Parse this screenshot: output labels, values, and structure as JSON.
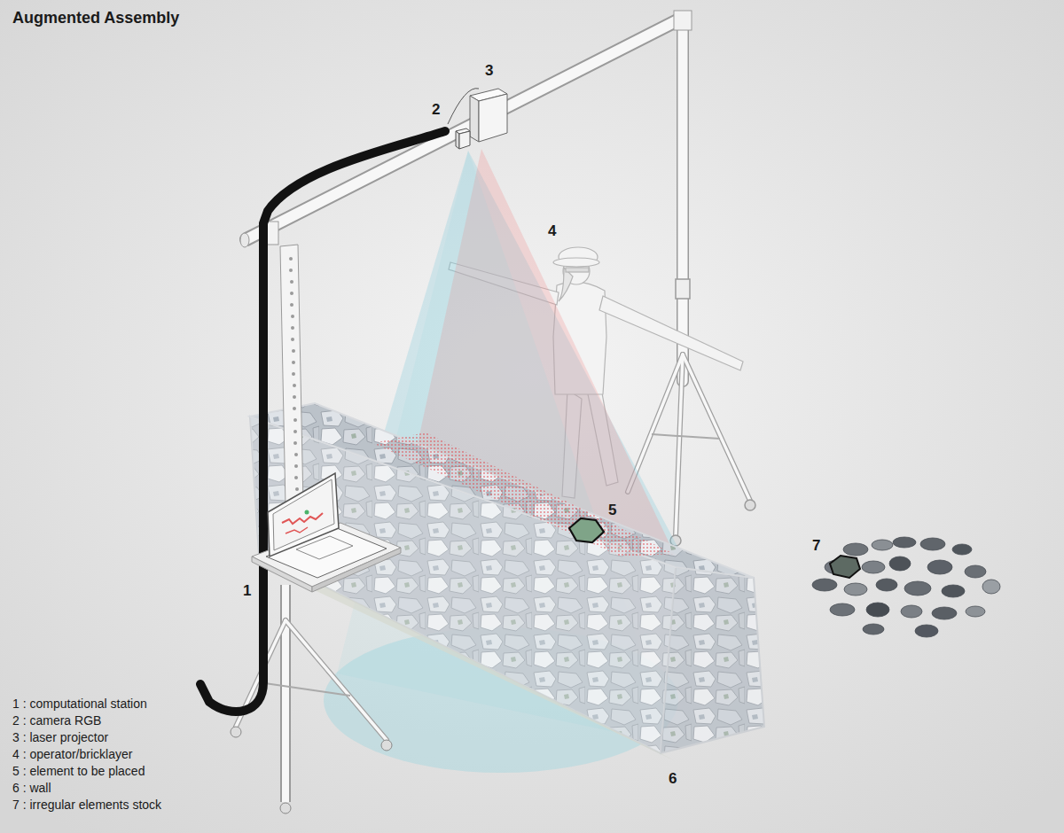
{
  "diagram": {
    "title": "Augmented Assembly",
    "labels": [
      "3",
      "2",
      "4",
      "5",
      "7",
      "1",
      "6",
      "1 : computational station",
      "2 : camera RGB",
      "3 : laser projector",
      "4 : operator/bricklayer",
      "5 : element to be placed",
      "6 : wall",
      "7 : irregular elements stock"
    ]
  }
}
